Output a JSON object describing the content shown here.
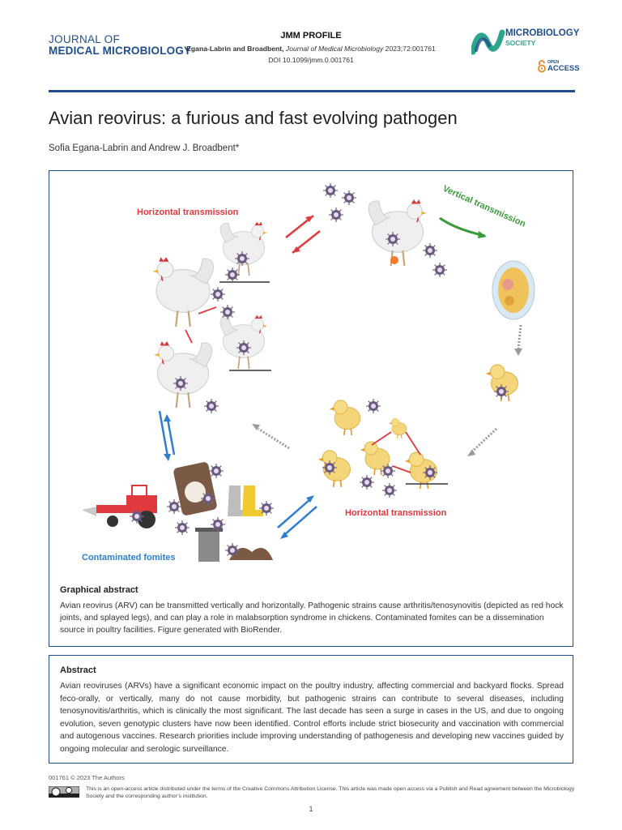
{
  "header": {
    "journal_top": "JOURNAL OF",
    "journal_bottom": "MEDICAL MICROBIOLOGY",
    "profile": "JMM PROFILE",
    "citation_authors": "Egana-Labrin and Broadbent,",
    "citation_journal": "Journal of Medical Microbiology",
    "citation_year": "2023;72:001761",
    "doi": "DOI 10.1099/jmm.0.001761",
    "society_line1": "MICROBIOLOGY",
    "society_line2": "SOCIETY",
    "open_label": "OPEN",
    "access_label": "ACCESS"
  },
  "article": {
    "title": "Avian reovirus: a furious and fast evolving pathogen",
    "authors": "Sofia Egana-Labrin and Andrew J. Broadbent*"
  },
  "figure": {
    "label_horizontal_top": "Horizontal transmission",
    "label_vertical": "Vertical transmission",
    "label_horizontal_bottom": "Horizontal transmission",
    "label_fomites": "Contaminated fomites",
    "colors": {
      "red": "#e0393e",
      "green": "#3a9a3c",
      "blue": "#2f7fd0",
      "gray": "#9a9a9a"
    }
  },
  "graphical_abstract": {
    "heading": "Graphical abstract",
    "text": "Avian reovirus (ARV) can be transmitted vertically and horizontally. Pathogenic strains cause arthritis/tenosynovitis (depicted as red hock joints, and splayed legs), and can play a role in malabsorption syndrome in chickens. Contaminated fomites can be a dissemination source in poultry facilities. Figure generated with BioRender."
  },
  "abstract": {
    "heading": "Abstract",
    "text": "Avian reoviruses (ARVs) have a significant economic impact on the poultry industry, affecting commercial and backyard flocks. Spread feco-orally, or vertically, many do not cause morbidity, but pathogenic strains can contribute to several diseases, including tenosynovitis/arthritis, which is clinically the most significant. The last decade has seen a surge in cases in the US, and due to ongoing evolution, seven genotypic clusters have now been identified. Control efforts include strict biosecurity and vaccination with commercial and autogenous vaccines. Research priorities include improving understanding of pathogenesis and developing new vaccines guided by ongoing molecular and serologic surveillance."
  },
  "footer": {
    "copyright": "001761 © 2023 The Authors",
    "license": "This is an open-access article distributed under the terms of the Creative Commons Attribution License. This article was made open access via a Publish and Read agreement between the Microbiology Society and the corresponding author’s institution.",
    "page_number": "1"
  }
}
